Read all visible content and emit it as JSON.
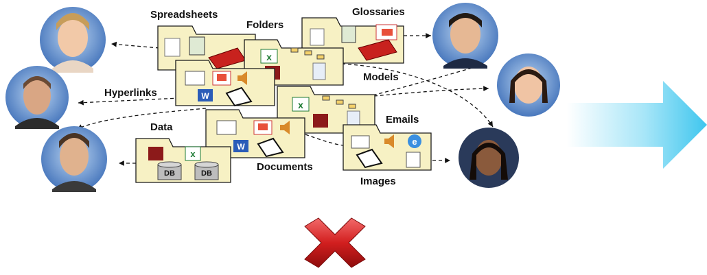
{
  "labels": {
    "spreadsheets": "Spreadsheets",
    "folders": "Folders",
    "glossaries": "Glossaries",
    "models": "Models",
    "hyperlinks": "Hyperlinks",
    "data": "Data",
    "emails": "Emails",
    "documents": "Documents",
    "images": "Images"
  },
  "db_labels": [
    "DB",
    "DB"
  ],
  "colors": {
    "folder_fill": "#f7f1c4",
    "folder_stroke": "#1a1a1a",
    "arrow": "#5ad2f2",
    "cross": "#d21f1f"
  }
}
